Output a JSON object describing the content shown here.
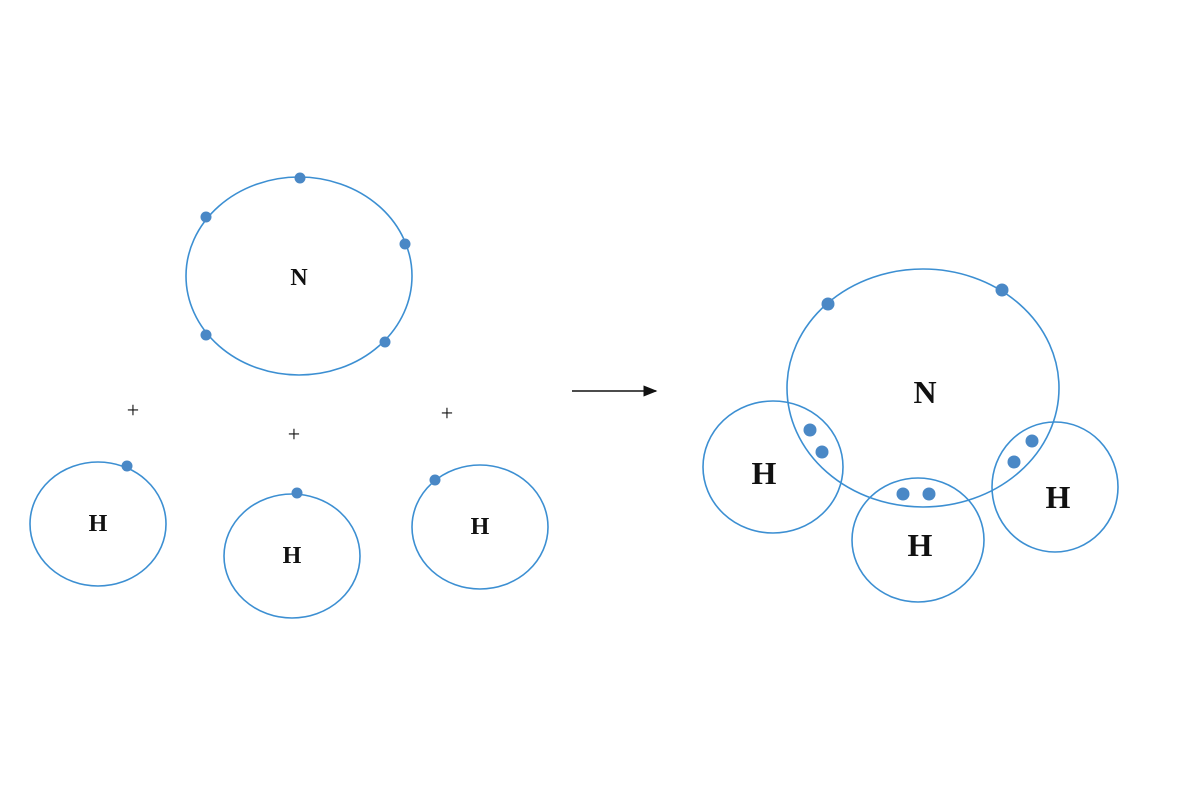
{
  "reactants": {
    "nitrogen": {
      "symbol": "N",
      "valence_electrons": 5
    },
    "hydrogens": [
      {
        "symbol": "H",
        "valence_electrons": 1
      },
      {
        "symbol": "H",
        "valence_electrons": 1
      },
      {
        "symbol": "H",
        "valence_electrons": 1
      }
    ],
    "plus_signs": [
      "+",
      "+",
      "+"
    ]
  },
  "product": {
    "nitrogen": {
      "symbol": "N",
      "lone_pair_electrons": 2
    },
    "hydrogens": [
      {
        "symbol": "H",
        "shared_electrons": 2
      },
      {
        "symbol": "H",
        "shared_electrons": 2
      },
      {
        "symbol": "H",
        "shared_electrons": 2
      }
    ]
  },
  "colors": {
    "shell": "#3c8fd2",
    "electron": "#4a88c6"
  }
}
